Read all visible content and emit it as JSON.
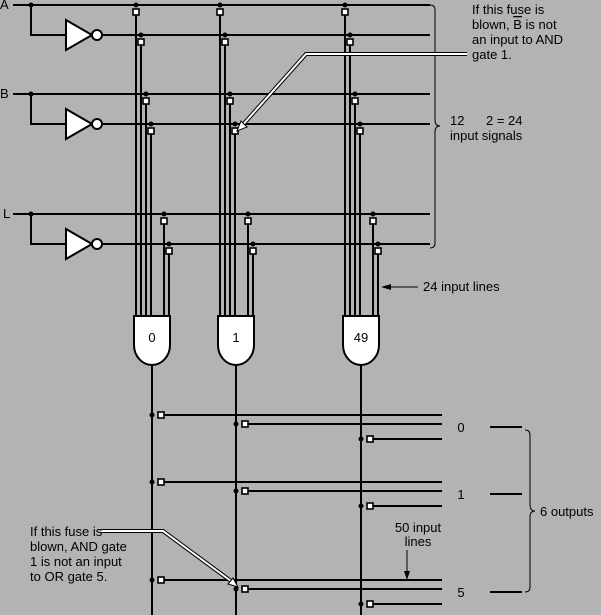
{
  "inputs": [
    "A",
    "B",
    "L"
  ],
  "and_gates": [
    "0",
    "1",
    "49"
  ],
  "or_gates": [
    "0",
    "1",
    "5"
  ],
  "annotations": {
    "top_fuse": [
      "If this fuse is",
      "blown, ",
      "B",
      " is not",
      "an input to AND",
      "gate 1."
    ],
    "input_signals": [
      "12",
      "2 = 24",
      "input signals"
    ],
    "input_lines": "24 input lines",
    "or_inputs": [
      "50 input",
      "lines"
    ],
    "outputs": "6 outputs",
    "bottom_fuse": [
      "If this fuse is",
      "blown, AND gate",
      "1 is not an input",
      "to OR gate 5."
    ]
  }
}
